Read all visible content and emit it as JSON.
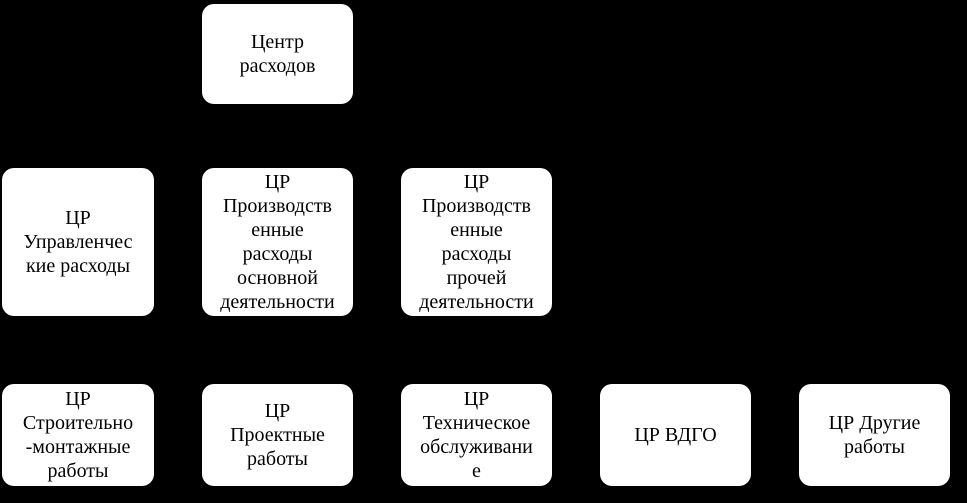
{
  "diagram": {
    "root": {
      "label": "Центр\nрасходов"
    },
    "level2": [
      {
        "label": "ЦР\nУправленчес\nкие расходы"
      },
      {
        "label": "ЦР\nПроизводств\nенные\nрасходы\nосновной\nдеятельности"
      },
      {
        "label": "ЦР\nПроизводств\nенные\nрасходы\nпрочей\nдеятельности"
      }
    ],
    "level3": [
      {
        "label": "ЦР\nСтроительно\n-монтажные\nработы"
      },
      {
        "label": "ЦР\nПроектные\nработы"
      },
      {
        "label": "ЦР\nТехническое\nобслуживани\nе"
      },
      {
        "label": "ЦР ВДГО"
      },
      {
        "label": "ЦР Другие\nработы"
      }
    ]
  },
  "colors": {
    "background": "#000000",
    "node_fill": "#ffffff",
    "text": "#000000"
  }
}
